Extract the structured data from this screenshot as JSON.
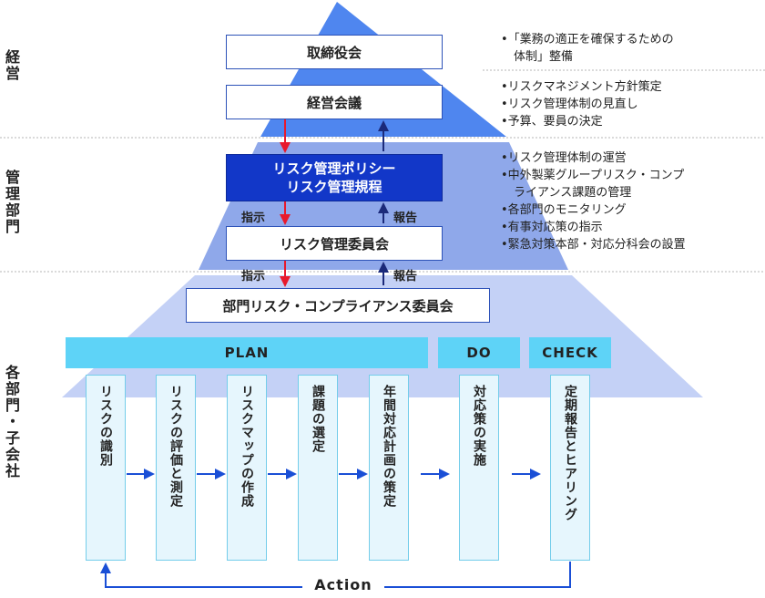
{
  "side_labels": {
    "management": "経営",
    "admin_dept": "管理部門",
    "divisions": "各部門・子会社"
  },
  "boxes": {
    "board": "取締役会",
    "exec_meeting": "経営会議",
    "policy_line1": "リスク管理ポリシー",
    "policy_line2": "リスク管理規程",
    "risk_committee": "リスク管理委員会",
    "dept_committee": "部門リスク・コンプライアンス委員会"
  },
  "flow_labels": {
    "instruct": "指示",
    "report": "報告"
  },
  "phases": {
    "plan": "PLAN",
    "do": "DO",
    "check": "CHECK"
  },
  "steps": [
    "リスクの識別",
    "リスクの評価と測定",
    "リスクマップの作成",
    "課題の選定",
    "年間対応計画の策定",
    "対応策の実施",
    "定期報告とヒアリング"
  ],
  "action_label": "Action",
  "notes": {
    "management": [
      "•「業務の適正を確保するための",
      "体制」整備"
    ],
    "exec": [
      "•リスクマネジメント方針策定",
      "•リスク管理体制の見直し",
      "•予算、要員の決定"
    ],
    "admin": [
      "•リスク管理体制の運営",
      "•中外製薬グループリスク・コンプ",
      "ライアンス課題の管理",
      "•各部門のモニタリング",
      "•有事対応策の指示",
      "•緊急対策本部・対応分科会の設置"
    ]
  },
  "colors": {
    "pyramid_top": "#4f86ef",
    "pyramid_mid": "#8fa8ea",
    "pyramid_bottom": "#c4d1f6",
    "policy": "#1237c8",
    "phase_bar": "#5ed3f7",
    "instruct_arrow": "#e8192c",
    "report_arrow": "#1b2a7a",
    "flow_arrow": "#1a4fd6"
  }
}
